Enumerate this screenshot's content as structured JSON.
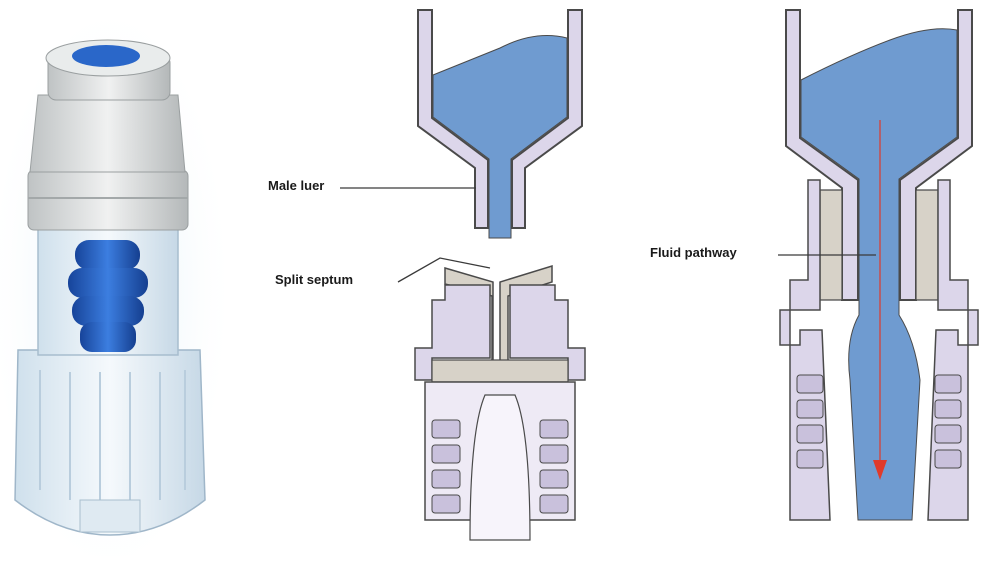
{
  "labels": {
    "male_luer": "Male luer",
    "split_septum": "Split septum",
    "fluid_pathway": "Fluid pathway"
  },
  "colors": {
    "fluid": "#6f9bd0",
    "housing": "#dcd6ea",
    "outline": "#4a4a4a",
    "septum": "#d7d2c8",
    "flow_arrow": "#e03a2a",
    "device_blue": "#1f5fc2"
  }
}
